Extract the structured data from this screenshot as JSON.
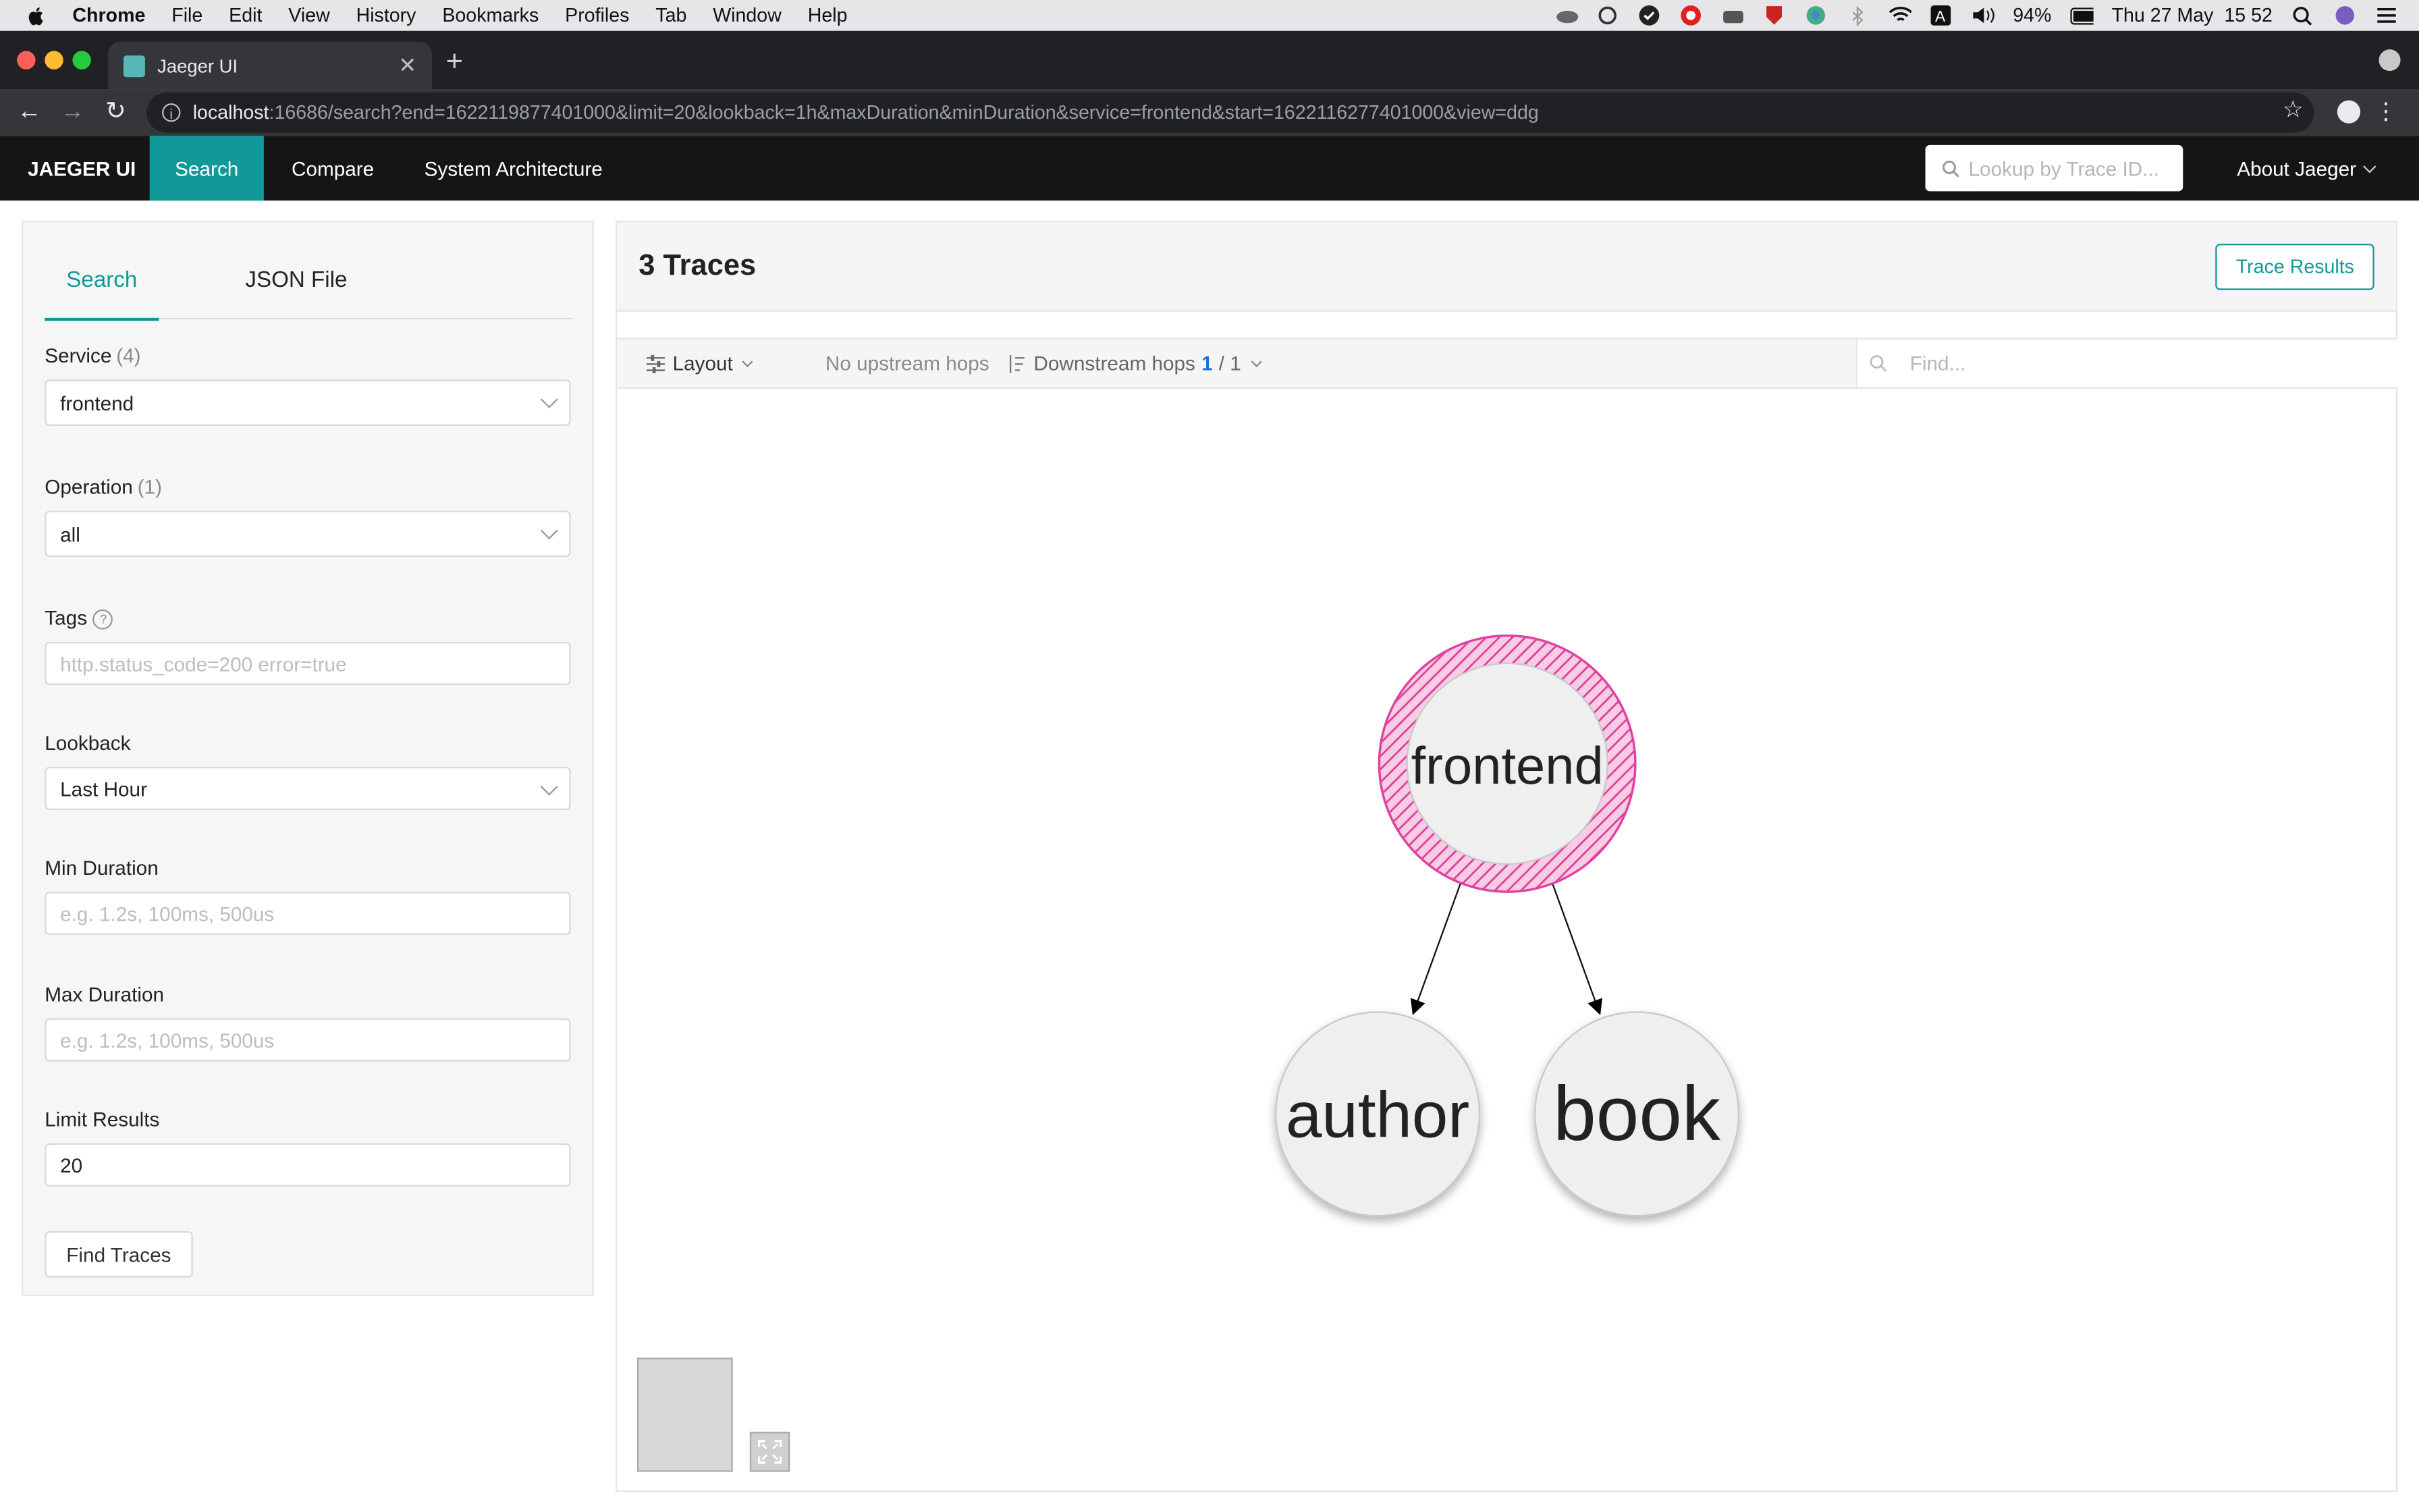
{
  "os_menubar": {
    "app": "Chrome",
    "menus": [
      "File",
      "Edit",
      "View",
      "History",
      "Bookmarks",
      "Profiles",
      "Tab",
      "Window",
      "Help"
    ],
    "battery": "94%",
    "datetime": "Thu 27 May  15 52",
    "tray_icons": [
      "cloud-icon",
      "cloud-cog-icon",
      "check-circle-icon",
      "chat-icon",
      "drive-icon",
      "shield-icon",
      "chrome-icon",
      "bluetooth-icon",
      "wifi-icon",
      "keyboard-a-icon",
      "volume-icon",
      "battery-icon",
      "search-icon",
      "siri-icon",
      "control-center-icon"
    ]
  },
  "browser": {
    "tab_title": "Jaeger UI",
    "url_host": "localhost",
    "url_rest": ":16686/search?end=1622119877401000&limit=20&lookback=1h&maxDuration&minDuration&service=frontend&start=1622116277401000&view=ddg"
  },
  "jaeger_header": {
    "brand": "JAEGER UI",
    "nav": [
      "Search",
      "Compare",
      "System Architecture"
    ],
    "lookup_placeholder": "Lookup by Trace ID...",
    "about": "About Jaeger"
  },
  "search_panel": {
    "tabs": [
      "Search",
      "JSON File"
    ],
    "service_label": "Service",
    "service_count": "(4)",
    "service_value": "frontend",
    "operation_label": "Operation",
    "operation_count": "(1)",
    "operation_value": "all",
    "tags_label": "Tags",
    "tags_placeholder": "http.status_code=200 error=true",
    "lookback_label": "Lookback",
    "lookback_value": "Last Hour",
    "min_duration_label": "Min Duration",
    "min_duration_placeholder": "e.g. 1.2s, 100ms, 500us",
    "max_duration_label": "Max Duration",
    "max_duration_placeholder": "e.g. 1.2s, 100ms, 500us",
    "limit_label": "Limit Results",
    "limit_value": "20",
    "find_button": "Find Traces"
  },
  "results": {
    "title": "3 Traces",
    "trace_results_button": "Trace Results",
    "layout": "Layout",
    "upstream": "No upstream hops",
    "downstream_label": "Downstream hops",
    "downstream_current": "1",
    "downstream_total": "/ 1",
    "find_placeholder": "Find..."
  },
  "graph": {
    "focal_node": "frontend",
    "nodes": [
      "frontend",
      "author",
      "book"
    ],
    "edges": [
      [
        "frontend",
        "author"
      ],
      [
        "frontend",
        "book"
      ]
    ]
  },
  "colors": {
    "accent": "#119999",
    "focal_ring": "#e040a0",
    "header_bg": "#151515"
  }
}
